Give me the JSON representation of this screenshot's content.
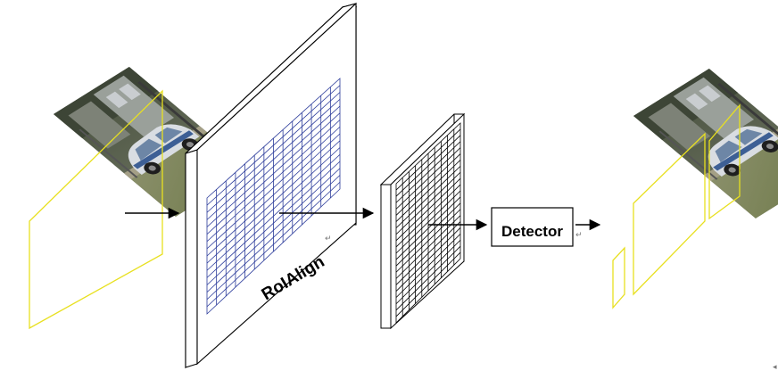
{
  "labels": {
    "roi_align": "RoIAlign",
    "detector": "Detector",
    "return_mark": "↵"
  },
  "colors": {
    "stroke": "#000000",
    "grid_blue": "#2a3a9a",
    "yellow_box": "#e8e020",
    "arrow": "#000000"
  },
  "icons": {
    "input_image": "street-car-photo",
    "output_image": "street-car-photo-with-boxes"
  }
}
